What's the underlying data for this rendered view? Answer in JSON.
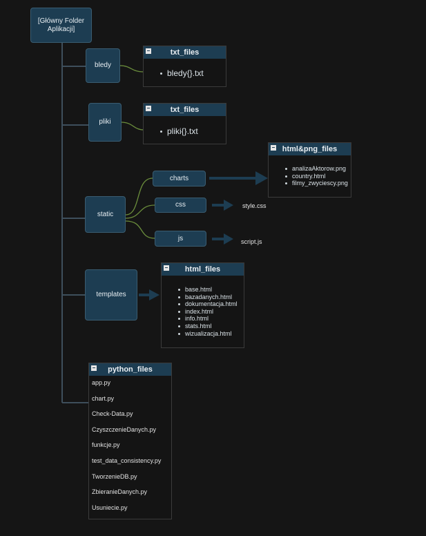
{
  "root": {
    "label": "[Główny Folder\nAplikacji]"
  },
  "folders": {
    "bledy": "bledy",
    "pliki": "pliki",
    "static": "static",
    "templates": "templates",
    "charts": "charts",
    "css": "css",
    "js": "js"
  },
  "panels": {
    "bledy_files": {
      "title": "txt_files",
      "items": [
        "bledy{}.txt"
      ]
    },
    "pliki_files": {
      "title": "txt_files",
      "items": [
        "pliki{}.txt"
      ]
    },
    "charts_files": {
      "title": "html&png_files",
      "items": [
        "analizaAktorow.png",
        "country.html",
        "filmy_zwyciescy.png"
      ]
    },
    "templates_files": {
      "title": "html_files",
      "items": [
        "base.html",
        "bazadanych.html",
        "dokumentacja.html",
        "index.html",
        "info.html",
        "stats.html",
        "wizualizacja.html"
      ]
    },
    "python_files": {
      "title": "python_files",
      "items": [
        "app.py",
        "chart.py",
        "Check-Data.py",
        "CzyszczenieDanych.py",
        "funkcje.py",
        "test_data_consistency.py",
        "TworzenieDB.py",
        "ZbieranieDanych.py",
        "Usuniecie.py"
      ]
    }
  },
  "files": {
    "css": "style.css",
    "js": "script.js"
  },
  "colors": {
    "background": "#151515",
    "node": "#1d3d52",
    "tree_line": "#3e4f5c",
    "curve": "#6b8e3c",
    "arrow": "#1d3d52"
  }
}
